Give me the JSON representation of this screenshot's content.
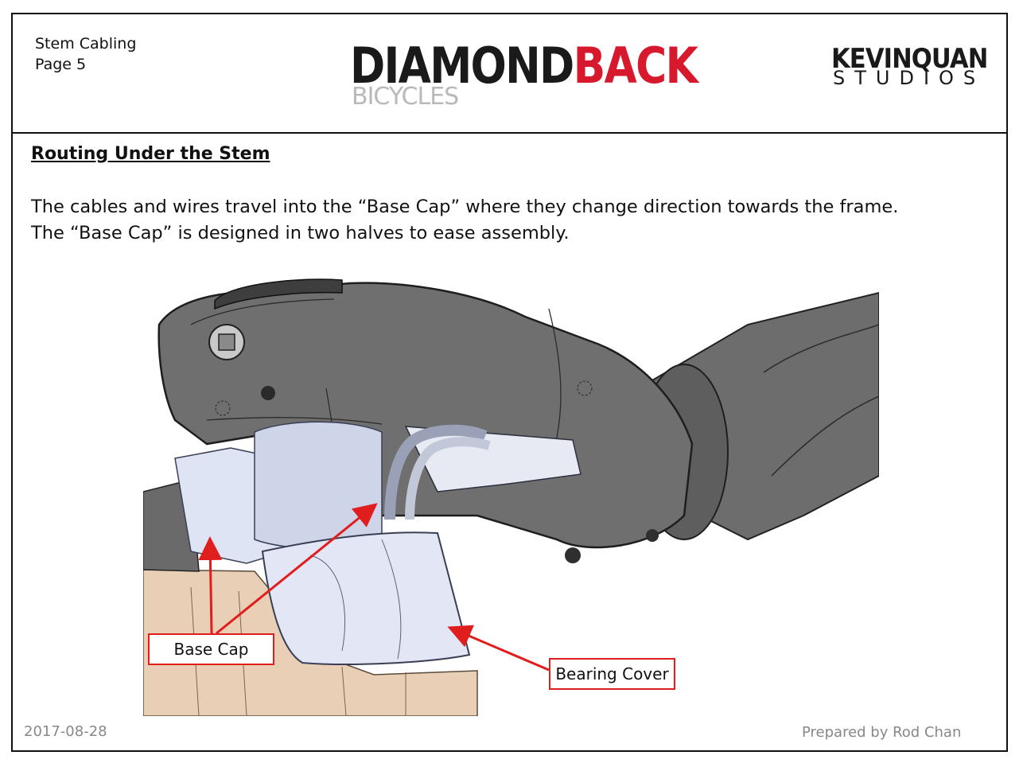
{
  "header": {
    "doc_title": "Stem Cabling",
    "page_label": "Page 5",
    "brand_main_left": "DIAMOND",
    "brand_main_right": "BACK",
    "brand_sub": "BICYCLES",
    "studio_top": "KEVINQUAN",
    "studio_bottom": "STUDIOS"
  },
  "content": {
    "section_title": "Routing Under the Stem",
    "paragraph_line_1": "The cables and wires travel into the “Base Cap” where they change direction towards the frame.",
    "paragraph_line_2": "The “Base Cap” is designed in two halves to ease assembly."
  },
  "callouts": {
    "base_cap": "Base Cap",
    "bearing_cover": "Bearing Cover"
  },
  "footer": {
    "date": "2017-08-28",
    "credit": "Prepared by Rod Chan"
  },
  "colors": {
    "callout_red": "#e01e1e",
    "brand_red": "#d7192d",
    "part_grey": "#5c5c5c",
    "base_cap_blue": "#dde2f2",
    "frame_tan": "#e8cdb4"
  }
}
